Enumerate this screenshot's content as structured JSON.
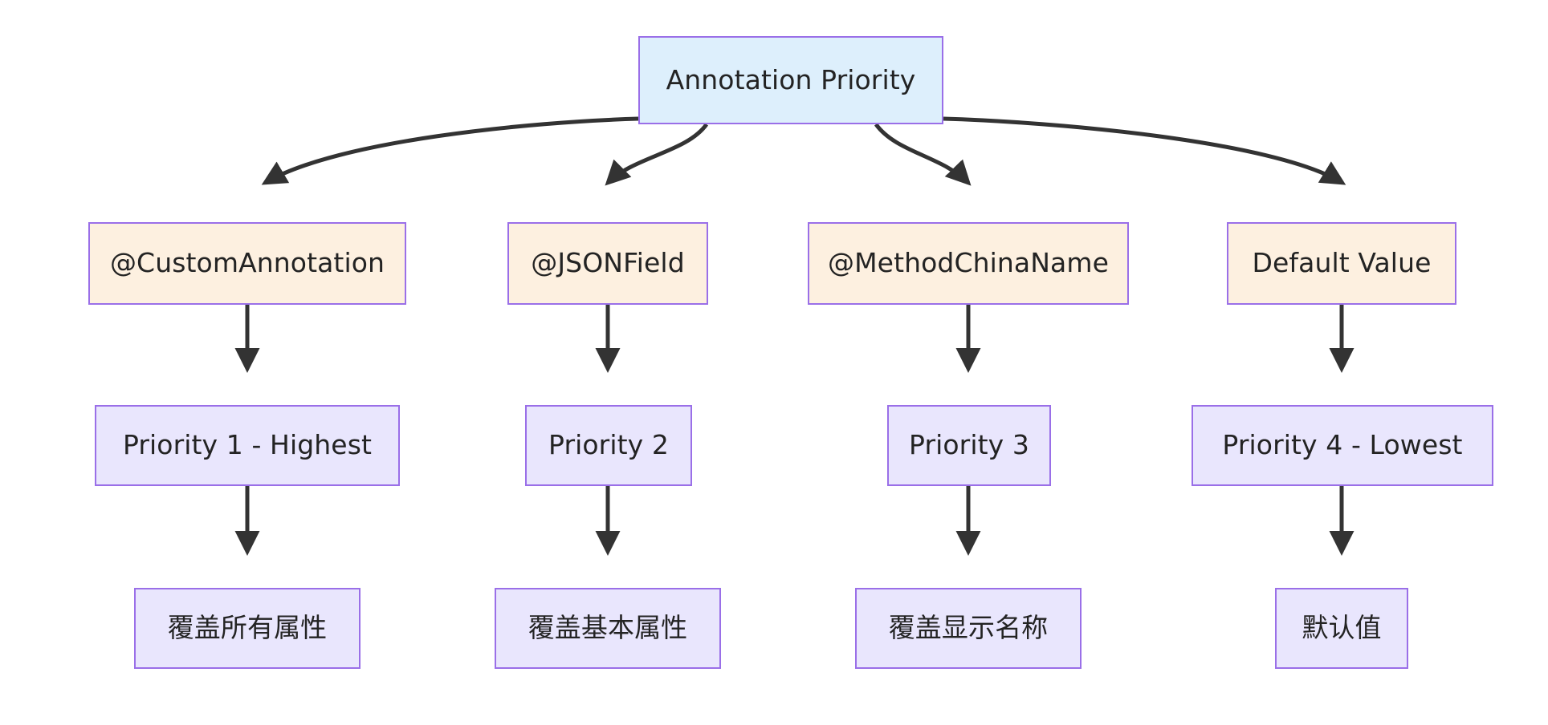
{
  "diagram": {
    "title": "Annotation Priority",
    "type": "flowchart-tree",
    "direction": "top-down",
    "background_color": "#ffffff",
    "edge_color": "#333333",
    "node_border_color": "#9a6fe8",
    "node_text_color": "#232323",
    "fill_root": "#ddeffc",
    "fill_source": "#fdf0e0",
    "fill_result": "#e9e6fd"
  },
  "nodes": {
    "root": {
      "label": "Annotation Priority"
    },
    "sources": [
      {
        "id": "custom-annotation",
        "label": "@CustomAnnotation"
      },
      {
        "id": "jsonfield",
        "label": "@JSONField"
      },
      {
        "id": "methodchinaname",
        "label": "@MethodChinaName"
      },
      {
        "id": "default-value",
        "label": "Default Value"
      }
    ],
    "priorities": [
      {
        "id": "priority-1",
        "label": "Priority 1 - Highest"
      },
      {
        "id": "priority-2",
        "label": "Priority 2"
      },
      {
        "id": "priority-3",
        "label": "Priority 3"
      },
      {
        "id": "priority-4",
        "label": "Priority 4 - Lowest"
      }
    ],
    "effects": [
      {
        "id": "effect-1",
        "label": "覆盖所有属性"
      },
      {
        "id": "effect-2",
        "label": "覆盖基本属性"
      },
      {
        "id": "effect-3",
        "label": "覆盖显示名称"
      },
      {
        "id": "effect-4",
        "label": "默认值"
      }
    ]
  },
  "edges": [
    {
      "from": "root",
      "to": "custom-annotation",
      "style": "curved",
      "arrow": "triangle"
    },
    {
      "from": "root",
      "to": "jsonfield",
      "style": "curved",
      "arrow": "triangle"
    },
    {
      "from": "root",
      "to": "methodchinaname",
      "style": "curved",
      "arrow": "triangle"
    },
    {
      "from": "root",
      "to": "default-value",
      "style": "curved",
      "arrow": "triangle"
    },
    {
      "from": "custom-annotation",
      "to": "priority-1",
      "style": "straight",
      "arrow": "triangle"
    },
    {
      "from": "jsonfield",
      "to": "priority-2",
      "style": "straight",
      "arrow": "triangle"
    },
    {
      "from": "methodchinaname",
      "to": "priority-3",
      "style": "straight",
      "arrow": "triangle"
    },
    {
      "from": "default-value",
      "to": "priority-4",
      "style": "straight",
      "arrow": "triangle"
    },
    {
      "from": "priority-1",
      "to": "effect-1",
      "style": "straight",
      "arrow": "triangle"
    },
    {
      "from": "priority-2",
      "to": "effect-2",
      "style": "straight",
      "arrow": "triangle"
    },
    {
      "from": "priority-3",
      "to": "effect-3",
      "style": "straight",
      "arrow": "triangle"
    },
    {
      "from": "priority-4",
      "to": "effect-4",
      "style": "straight",
      "arrow": "triangle"
    }
  ]
}
